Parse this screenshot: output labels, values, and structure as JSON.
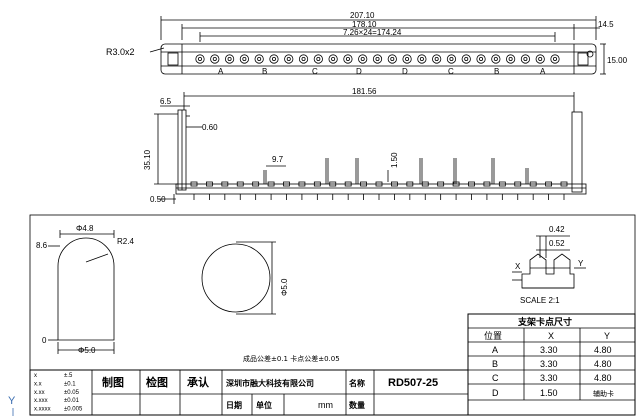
{
  "top_view": {
    "dim_total": "207.10",
    "dim_middle": "178.10",
    "dim_pitch": "7.26×24=174.24",
    "dim_right": "14.5",
    "dim_height": "15.00",
    "radius_label": "R3.0x2",
    "point_labels": [
      "A",
      "B",
      "C",
      "D",
      "D",
      "C",
      "B",
      "A"
    ]
  },
  "front_view": {
    "dim_left": "6.5",
    "dim_span": "181.56",
    "dim_060": "0.60",
    "dim_height": "35.10",
    "dim_97": "9.7",
    "dim_150": "1.50",
    "dim_050": "0.50"
  },
  "side_view": {
    "dim_width": "Φ4.8",
    "dim_radius": "R2.4",
    "dim_top": "8.6",
    "dim_zero": "0",
    "dim_bottom": "Φ5.0"
  },
  "circle_view": {
    "dim_dia": "Φ5.0"
  },
  "detail_view": {
    "dim_042": "0.42",
    "dim_052": "0.52",
    "axis_x": "X",
    "axis_y": "Y",
    "scale": "SCALE 2:1"
  },
  "support_table": {
    "title": "支架卡点尺寸",
    "headers": [
      "位置",
      "X",
      "Y"
    ],
    "rows": [
      {
        "pos": "A",
        "x": "3.30",
        "y": "4.80"
      },
      {
        "pos": "B",
        "x": "3.30",
        "y": "4.80"
      },
      {
        "pos": "C",
        "x": "3.30",
        "y": "4.80"
      },
      {
        "pos": "D",
        "x": "1.50",
        "y": "辅助卡"
      }
    ]
  },
  "tolerance_note": "成品公差±0.1  卡点公差±0.05",
  "title_block": {
    "tolerances": [
      {
        "k": "x",
        "v": "±.5"
      },
      {
        "k": "x.x",
        "v": "±0.1"
      },
      {
        "k": "x.xx",
        "v": "±0.05"
      },
      {
        "k": "x.xxx",
        "v": "±0.01"
      },
      {
        "k": "x.xxxx",
        "v": "±0.005"
      }
    ],
    "draw": "制图",
    "check": "检图",
    "approve": "承认",
    "company": "深圳市融大科技有限公司",
    "name_label": "名称",
    "part_no": "RD507-25",
    "date_label": "日期",
    "unit_label": "单位",
    "unit_value": "mm",
    "qty_label": "数量"
  },
  "corner_axis": "Y"
}
